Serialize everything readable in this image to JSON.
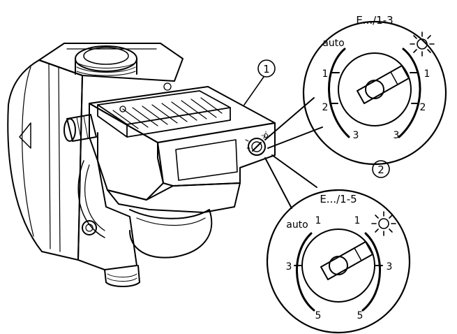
{
  "detail_top": {
    "title": "E.../1-3",
    "auto": "auto",
    "left_ticks": [
      "1",
      "2",
      "3"
    ],
    "right_ticks": [
      "1",
      "2",
      "3"
    ]
  },
  "detail_bottom": {
    "title": "E.../1-5",
    "auto": "auto",
    "left_ticks": [
      "1",
      "3",
      "5"
    ],
    "right_ticks": [
      "1",
      "3",
      "5"
    ]
  },
  "callouts": [
    "1",
    "2"
  ],
  "icons": [
    "pump-housing-drawing",
    "control-box-drawing",
    "sun-icon",
    "selector-knob-icon"
  ]
}
